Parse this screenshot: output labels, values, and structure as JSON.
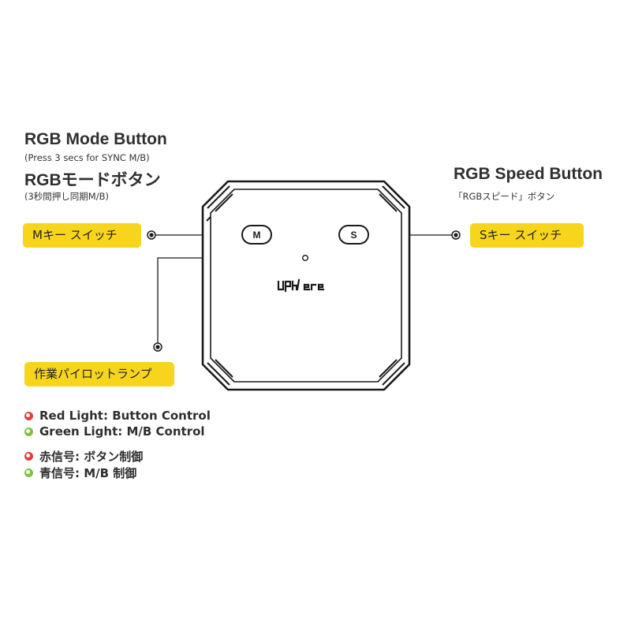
{
  "left_labels": {
    "title_en": "RGB Mode Button",
    "note_en": "(Press 3 secs for SYNC M/B)",
    "title_ja": "RGBモードボタン",
    "note_ja": "(3秒間押し同期M/B)"
  },
  "right_labels": {
    "title_en": "RGB Speed Button",
    "note_ja": "「RGBスピード」ボタン"
  },
  "callouts": {
    "m_key": "Mキー スイッチ",
    "s_key": "Sキー スイッチ",
    "lamp": "作業パイロットランプ"
  },
  "device": {
    "m_button": "M",
    "s_button": "S",
    "logo": "UPhere"
  },
  "legend": {
    "red_en": "Red Light: Button Control",
    "green_en": "Green Light: M/B Control",
    "red_ja": "赤信号:  ボタン制御",
    "green_ja": "青信号:  M/B 制御"
  },
  "colors": {
    "callout_fill": "#f7d51c",
    "red_led": "#e0403a",
    "green_led": "#7cc242",
    "outline": "#1a1a1a"
  }
}
